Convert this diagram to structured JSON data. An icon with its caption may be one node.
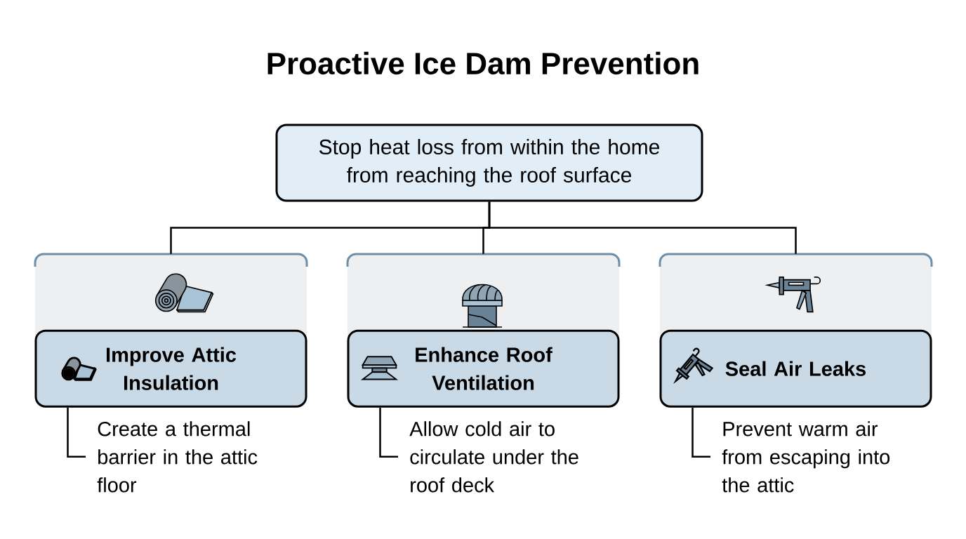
{
  "diagram": {
    "title": "Proactive Ice Dam Prevention",
    "nodes": [
      {
        "text": [
          "Stop heat loss from within the home from reaching the roof surface"
        ]
      },
      {
        "text": [],
        "shape": "box"
      },
      {
        "text": [
          "Improve Attic Insulation"
        ],
        "in": 1
      },
      {
        "text": [
          "Create a thermal barrier in the attic floor"
        ]
      },
      {
        "text": [],
        "shape": "box"
      },
      {
        "text": [
          "Enhance Roof Ventilation"
        ],
        "in": 4
      },
      {
        "text": [
          "Allow cold air to circulate under the roof deck"
        ]
      },
      {
        "text": [],
        "shape": "box"
      },
      {
        "text": [
          "Seal Air Leaks"
        ],
        "in": 7
      },
      {
        "text": [
          "Prevent warm air from escaping into the attic"
        ]
      }
    ],
    "edges": [
      {
        "from": 0,
        "to": 1,
        "arrow": "none"
      },
      {
        "from": 0,
        "to": 4,
        "arrow": "none"
      },
      {
        "from": 0,
        "to": 7,
        "arrow": "none"
      },
      {
        "from": 2,
        "to": 3,
        "arrow": "none"
      },
      {
        "from": 5,
        "to": 6,
        "arrow": "none"
      },
      {
        "from": 8,
        "to": 9,
        "arrow": "none"
      }
    ]
  }
}
